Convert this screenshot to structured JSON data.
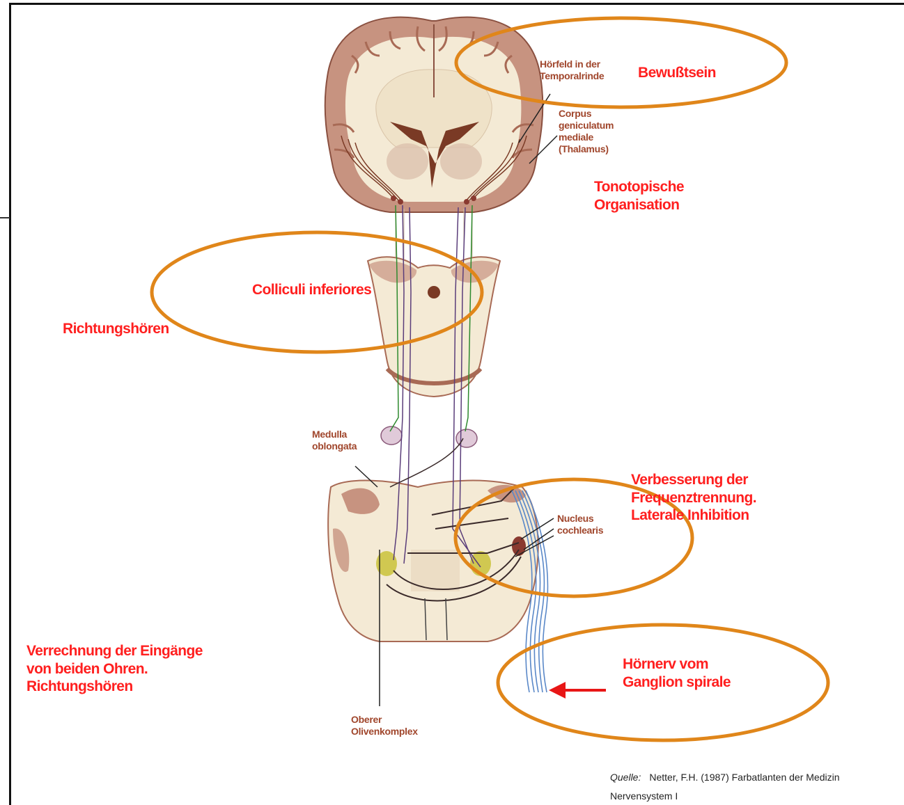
{
  "labels": {
    "bewusstsein": "Bewußtsein",
    "tonotopische": [
      "Tonotopische",
      "Organisation"
    ],
    "colliculi": "Colliculi inferiores",
    "richtungshoeren": "Richtungshören",
    "verbesserung": [
      "Verbesserung der",
      "Frequenztrennung.",
      "Laterale Inhibition"
    ],
    "verrechnung": [
      "Verrechnung der Eingänge",
      "von beiden Ohren.",
      "Richtungshören"
    ],
    "hoernerv": [
      "Hörnerv vom",
      "Ganglion spirale"
    ]
  },
  "anatomy": {
    "hoerfeld": [
      "Hörfeld in der",
      "Temporalrinde"
    ],
    "corpus": [
      "Corpus",
      "geniculatum",
      "mediale",
      "(Thalamus)"
    ],
    "medulla": [
      "Medulla",
      "oblongata"
    ],
    "nucleus": [
      "Nucleus",
      "cochlearis"
    ],
    "oberer": [
      "Oberer",
      "Olivenkomplex"
    ]
  },
  "source": {
    "prefix": "Quelle:",
    "text": "Netter, F.H. (1987) Farbatlanten der Medizin",
    "text2": "Nervensystem I"
  },
  "colors": {
    "highlight": "#e0861a",
    "label": "#ff1f1f",
    "anatomy_label": "#a0462c",
    "arrow": "#e81616"
  }
}
